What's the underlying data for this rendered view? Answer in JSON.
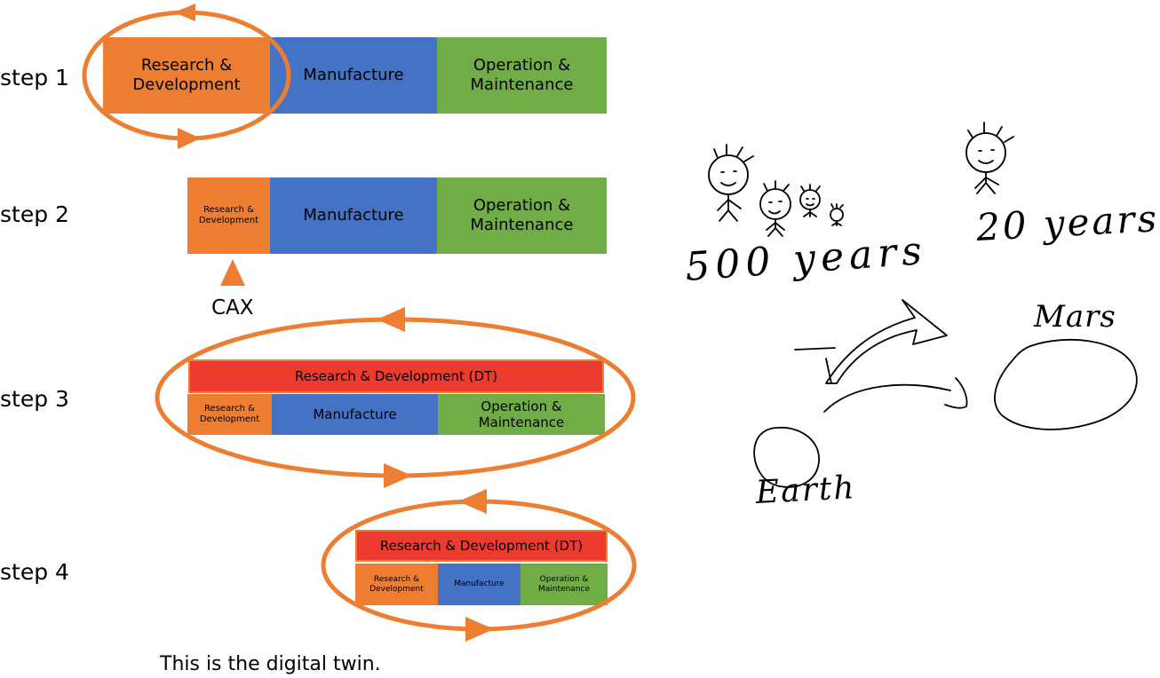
{
  "steps": {
    "step1": {
      "label": "step 1",
      "rd": "Research &\nDevelopment",
      "mf": "Manufacture",
      "om": "Operation &\nMaintenance"
    },
    "step2": {
      "label": "step 2",
      "rd": "Research &\nDevelopment",
      "mf": "Manufacture",
      "om": "Operation &\nMaintenance",
      "tool": "CAX"
    },
    "step3": {
      "label": "step 3",
      "dt": "Research & Development (DT)",
      "rd": "Research &\nDevelopment",
      "mf": "Manufacture",
      "om": "Operation &\nMaintenance"
    },
    "step4": {
      "label": "step 4",
      "dt": "Research & Development (DT)",
      "rd": "Research &\nDevelopment",
      "mf": "Manufacture",
      "om": "Operation &\nMaintenance"
    }
  },
  "caption": "This is the digital twin.",
  "sketch": {
    "time_earth": "500 years",
    "time_mars": "20 years",
    "planet_a": "Earth",
    "planet_b": "Mars"
  },
  "colors": {
    "orange": "#ED7D31",
    "blue": "#4472C4",
    "green": "#70AD47",
    "red": "#EE3B30"
  }
}
